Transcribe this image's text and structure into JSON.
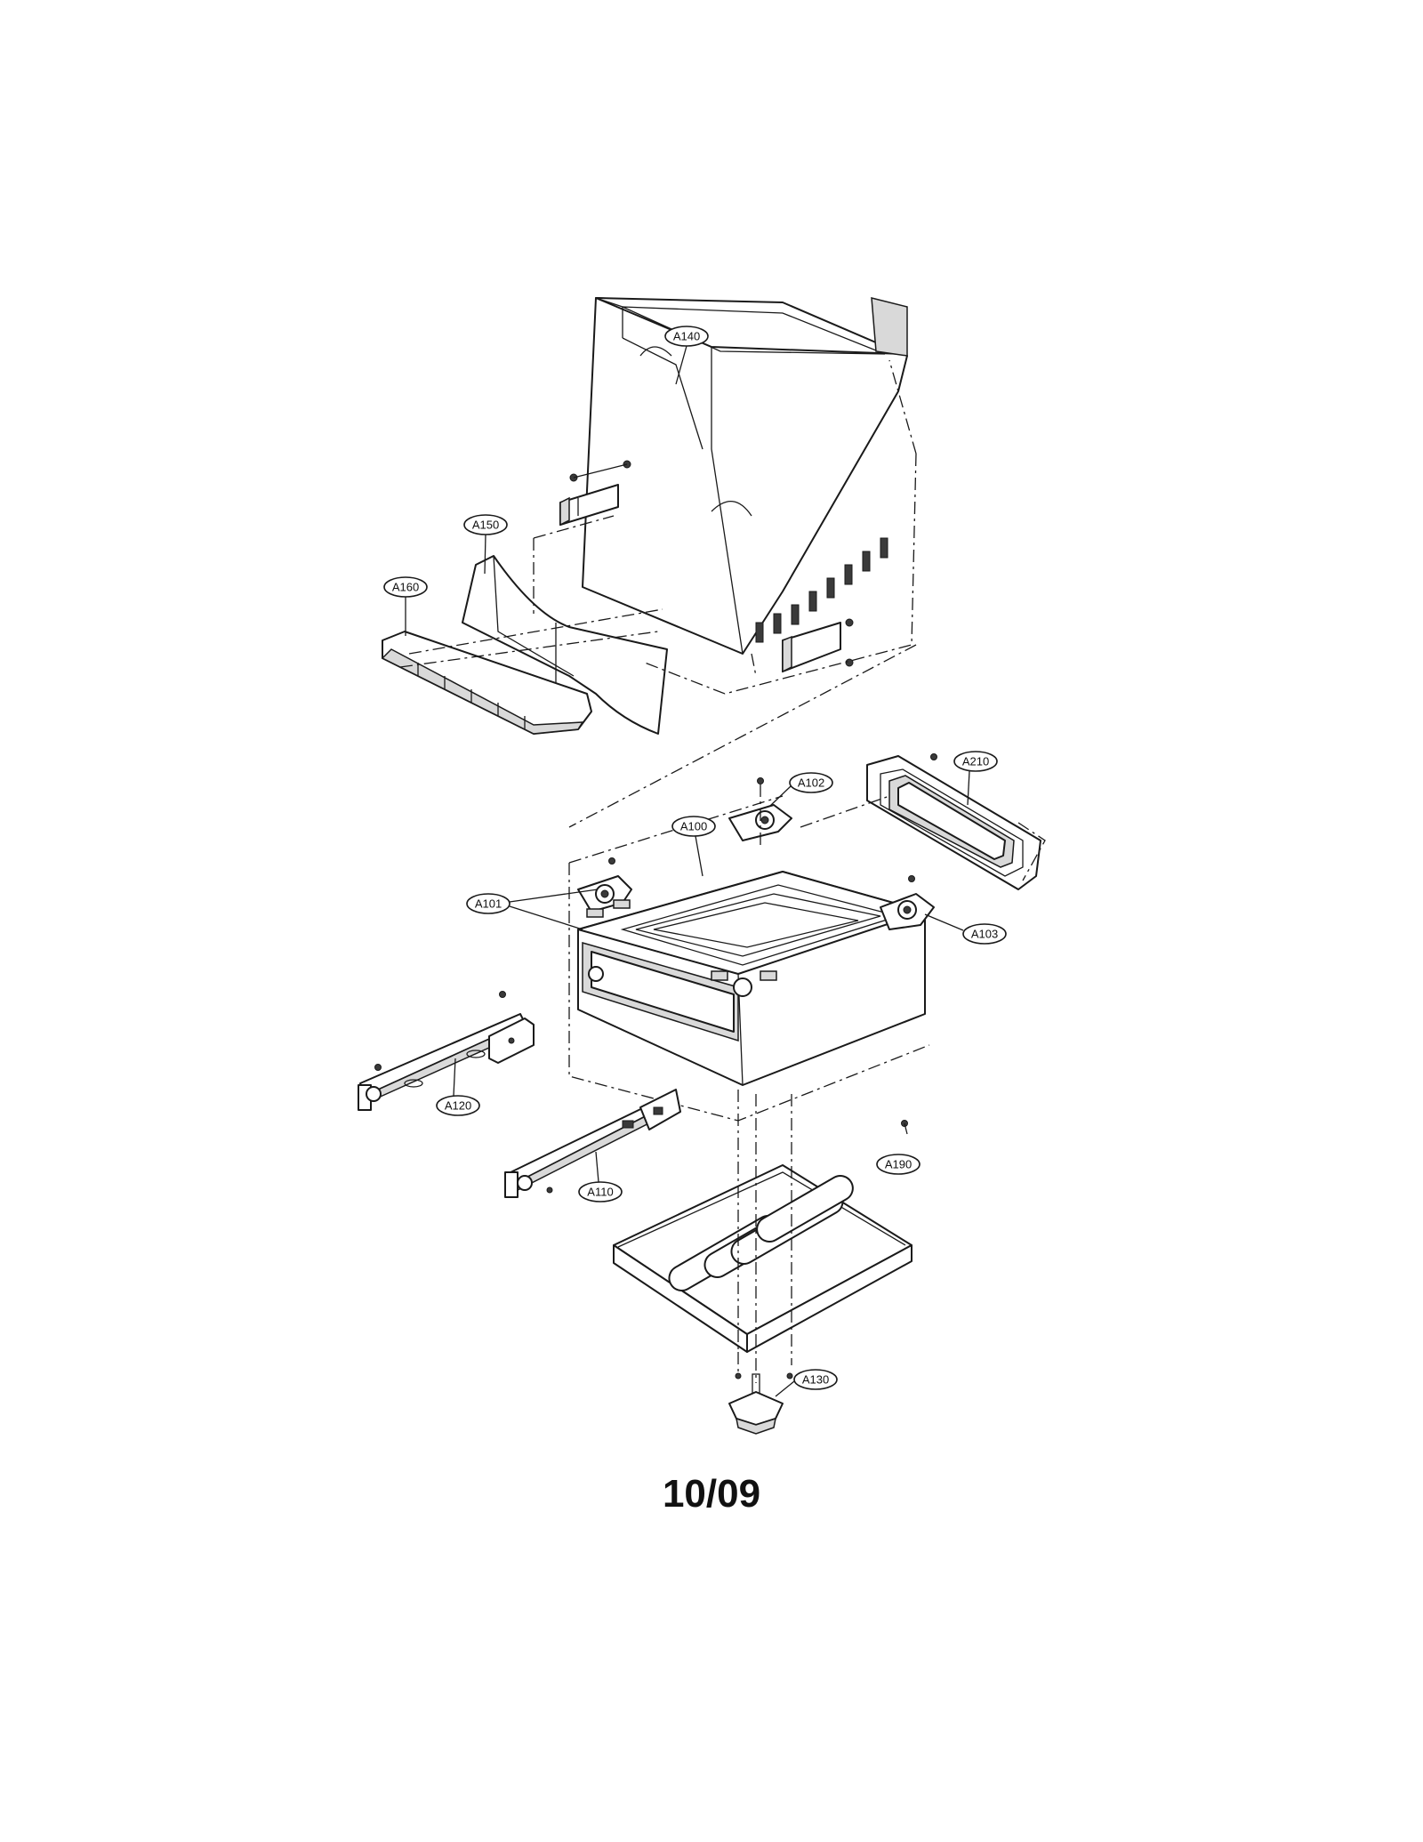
{
  "callouts": {
    "a140": "A140",
    "a150": "A150",
    "a160": "A160",
    "a210": "A210",
    "a102": "A102",
    "a100": "A100",
    "a101": "A101",
    "a103": "A103",
    "a120": "A120",
    "a110": "A110",
    "a190": "A190",
    "a130": "A130"
  },
  "footer": {
    "date_code": "10/09"
  }
}
